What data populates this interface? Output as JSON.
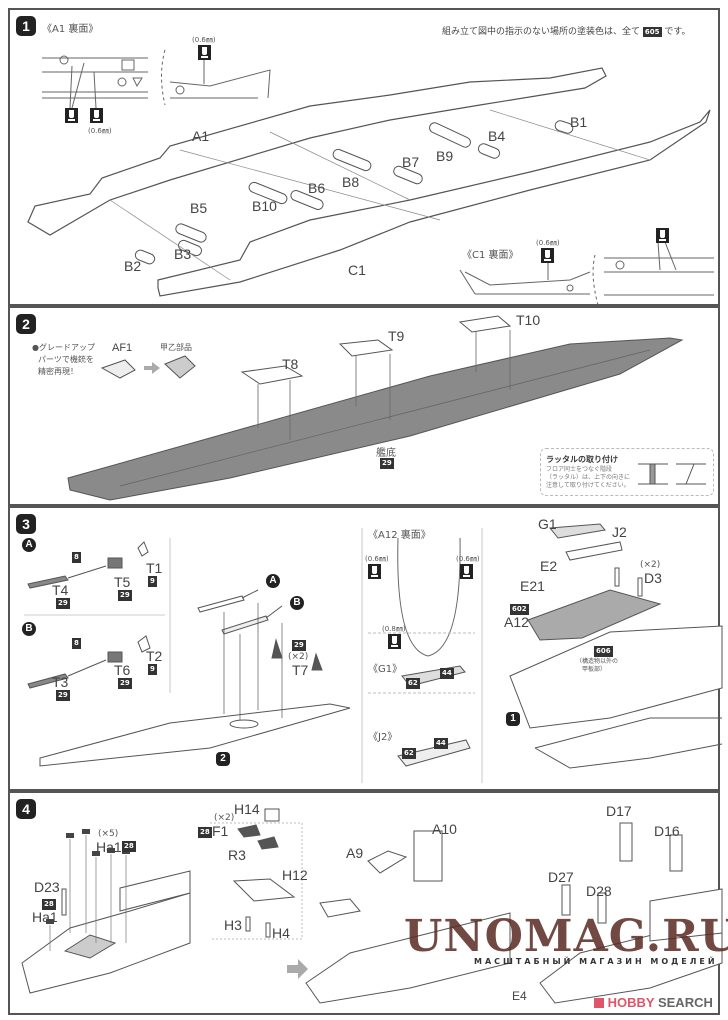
{
  "header_note": {
    "text": "組み立て図中の指示のない場所の塗装色は、全て",
    "color_code": "605",
    "suffix": "です。"
  },
  "step1": {
    "number": "1",
    "a1_rear_label": "《A1 裏面》",
    "c1_rear_label": "《C1 裏面》",
    "drill_sizes": [
      "(0.6㎜)",
      "(0.6㎜)",
      "(0.6㎜)"
    ],
    "parts": [
      "A1",
      "B1",
      "B4",
      "B9",
      "B7",
      "B8",
      "B6",
      "B10",
      "B5",
      "B3",
      "B2",
      "C1"
    ]
  },
  "step2": {
    "number": "2",
    "upgrade_note": [
      "●グレードアップ",
      "パーツで機銃を",
      "精密再現！"
    ],
    "upgrade_from": "AF1",
    "upgrade_to": "甲乙部品",
    "parts": [
      "T8",
      "T9",
      "T10"
    ],
    "hull_bottom_label": "艦底",
    "hull_bottom_color": "29",
    "ladder_note": {
      "title": "ラッタルの取り付け",
      "lines": [
        "フロア同士をつなぐ階段",
        "（ラッタル）は、上下の向きに",
        "注意して取り付けてください。"
      ]
    }
  },
  "step3": {
    "number": "3",
    "sub_a": {
      "marker": "A",
      "barrel_color": "8",
      "parts": [
        {
          "id": "T4",
          "color": "29"
        },
        {
          "id": "T5",
          "color": "29"
        },
        {
          "id": "T1",
          "color": "9"
        }
      ]
    },
    "sub_b": {
      "marker": "B",
      "barrel_color": "8",
      "parts": [
        {
          "id": "T3",
          "color": "29"
        },
        {
          "id": "T6",
          "color": "29"
        },
        {
          "id": "T2",
          "color": "9"
        }
      ]
    },
    "t7": {
      "id": "T7",
      "qty": "(×2)",
      "color": "29"
    },
    "ref_step": "2",
    "a12_rear_label": "《A12 裏面》",
    "a12_drills": [
      "(0.6㎜)",
      "(0.6㎜)",
      "(0.8㎜)"
    ],
    "g1_label": "《G1》",
    "j2_label": "《J2》",
    "boat_colors": [
      "62",
      "44"
    ],
    "assembly": {
      "parts": [
        "G1",
        "J2",
        "E2",
        "E21",
        "D3",
        "A12"
      ],
      "d3_qty": "(×2)",
      "a12_color": "602",
      "deck_color": "606",
      "deck_note": [
        "（構造物以外の",
        "甲板部）"
      ],
      "ref_step": "1"
    }
  },
  "step4": {
    "number": "4",
    "ha1_group": {
      "id": "Ha1",
      "qty": "(×5)",
      "color": "28"
    },
    "ha1_single": {
      "id": "Ha1",
      "color": "28"
    },
    "d23": "D23",
    "sub": {
      "f1": {
        "id": "F1",
        "qty": "(×2)",
        "color": "28"
      },
      "parts": [
        "H14",
        "R3",
        "H12",
        "H3",
        "H4"
      ]
    },
    "parts_right": [
      "A9",
      "A10",
      "D27",
      "D28",
      "D17",
      "D16",
      "E4"
    ]
  },
  "watermark": {
    "main": "UNOMAG.RU",
    "sub": "МАСШТАБНЫЙ МАГАЗИН МОДЕЛЕЙ"
  },
  "source_logo": {
    "brand": "HOBBY",
    "suffix": "SEARCH",
    "color": "#e0556a"
  }
}
